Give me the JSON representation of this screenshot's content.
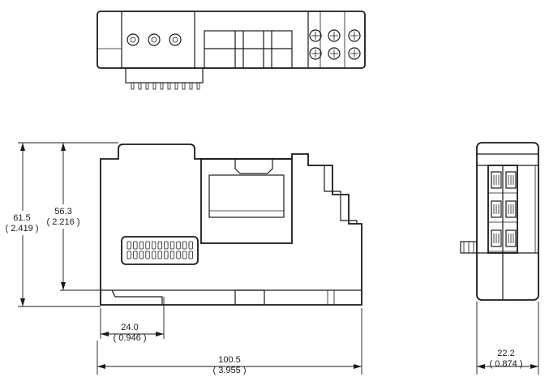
{
  "dimensions": {
    "height_overall": {
      "mm": "61.5",
      "inch": "( 2.419 )"
    },
    "height_body": {
      "mm": "56.3",
      "inch": "( 2.216 )"
    },
    "foot_width": {
      "mm": "24.0",
      "inch": "( 0.946 )"
    },
    "length_overall": {
      "mm": "100.5",
      "inch": "( 3.955 )"
    },
    "depth_side": {
      "mm": "22.2",
      "inch": "( 0.874 )"
    }
  }
}
